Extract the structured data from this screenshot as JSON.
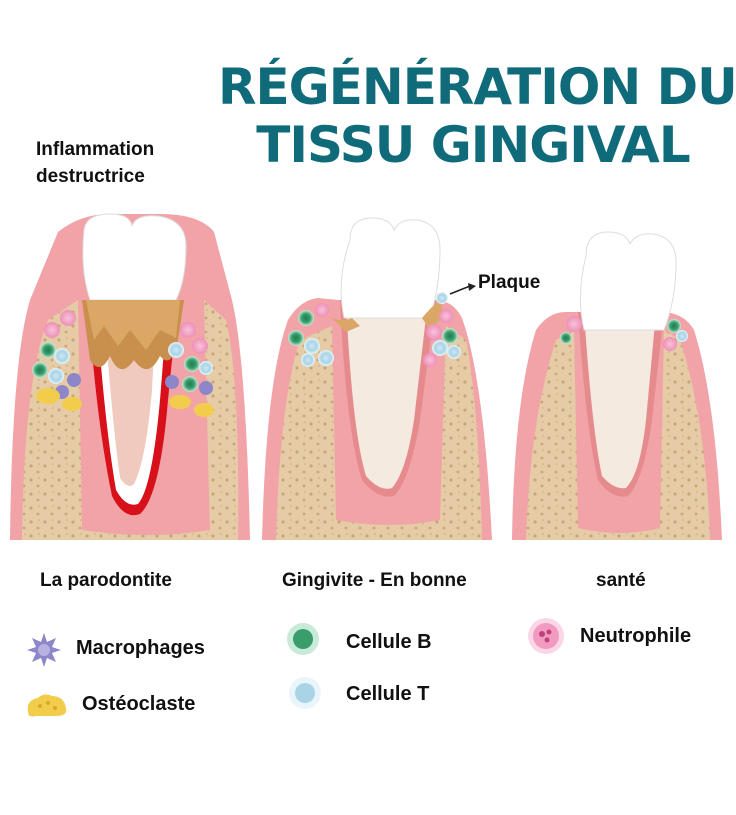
{
  "title": {
    "line1": "RÉGÉNÉRATION DU",
    "line2": "TISSU GINGIVAL"
  },
  "annotations": {
    "inflammation": [
      "Inflammation",
      "destructrice"
    ],
    "plaque": "Plaque"
  },
  "stages": {
    "periodontitis": "La parodontite",
    "gingivitis": "Gingivite - En bonne",
    "health": "santé"
  },
  "legend": {
    "macrophages": "Macrophages",
    "osteoclast": "Ostéoclaste",
    "b_cell": "Cellule B",
    "t_cell": "Cellule T",
    "neutrophil": "Neutrophile"
  },
  "colors": {
    "title": "#0f6b7a",
    "gum": "#f2a3a8",
    "bone": "#e3c9a3",
    "b_cell": "#3a9e6c",
    "t_cell": "#a9d4e6",
    "neutrophil": "#f19bc0",
    "macrophage": "#8d86c9",
    "osteoclast": "#f2cd4c"
  }
}
